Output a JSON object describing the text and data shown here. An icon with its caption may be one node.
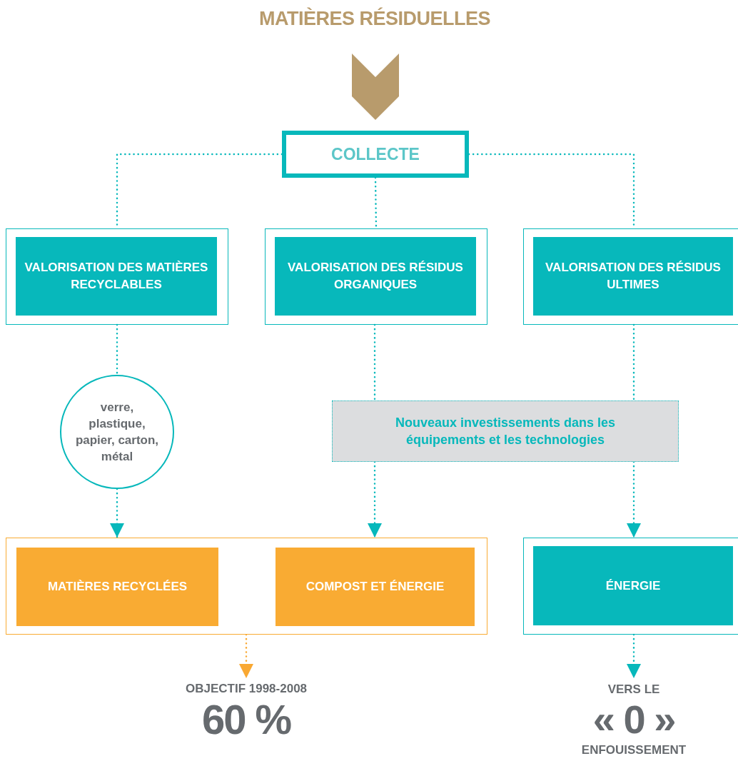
{
  "diagram": {
    "nodes": [
      {
        "text": [
          "MATIÈRES RÉSIDUELLES"
        ]
      },
      {
        "text": [
          "COLLECTE"
        ]
      },
      {
        "text": [
          "VALORISATION DES MATIÈRES RECYCLABLES"
        ]
      },
      {
        "text": [
          "VALORISATION DES RÉSIDUS ORGANIQUES"
        ]
      },
      {
        "text": [
          "VALORISATION DES RÉSIDUS ULTIMES"
        ]
      },
      {
        "text": [
          "verre, plastique, papier, carton, métal"
        ]
      },
      {
        "text": [
          "Nouveaux investissements dans les équipements et les technologies"
        ]
      },
      {
        "text": [],
        "shape": "box"
      },
      {
        "text": [
          "MATIÈRES RECYCLÉES"
        ],
        "in": 7
      },
      {
        "text": [
          "COMPOST ET ÉNERGIE"
        ],
        "in": 7
      },
      {
        "text": [
          "ÉNERGIE"
        ]
      },
      {
        "text": [
          "OBJECTIF 1998-2008",
          "60 %"
        ]
      },
      {
        "text": [
          "VERS LE",
          "« 0 »",
          "ENFOUISSEMENT"
        ]
      }
    ],
    "edges": [
      {
        "from": 0,
        "to": 1,
        "arrow": "to",
        "style": "thick",
        "color": "#b89b6c"
      },
      {
        "from": 1,
        "to": 2,
        "arrow": "none",
        "style": "dashed"
      },
      {
        "from": 1,
        "to": 3,
        "arrow": "none",
        "style": "dashed"
      },
      {
        "from": 1,
        "to": 4,
        "arrow": "none",
        "style": "dashed"
      },
      {
        "from": 2,
        "to": 5,
        "arrow": "none",
        "style": "dashed"
      },
      {
        "from": 5,
        "to": 8,
        "arrow": "to",
        "style": "dashed"
      },
      {
        "from": 3,
        "to": 6,
        "arrow": "none",
        "style": "dashed"
      },
      {
        "from": 4,
        "to": 6,
        "arrow": "none",
        "style": "dashed"
      },
      {
        "from": 6,
        "to": 9,
        "arrow": "to",
        "style": "dashed"
      },
      {
        "from": 6,
        "to": 10,
        "arrow": "to",
        "style": "dashed"
      },
      {
        "from": 7,
        "to": 11,
        "arrow": "to",
        "style": "dashed",
        "color": "#f9a832"
      },
      {
        "from": 10,
        "to": 12,
        "arrow": "to",
        "style": "dashed"
      }
    ]
  }
}
